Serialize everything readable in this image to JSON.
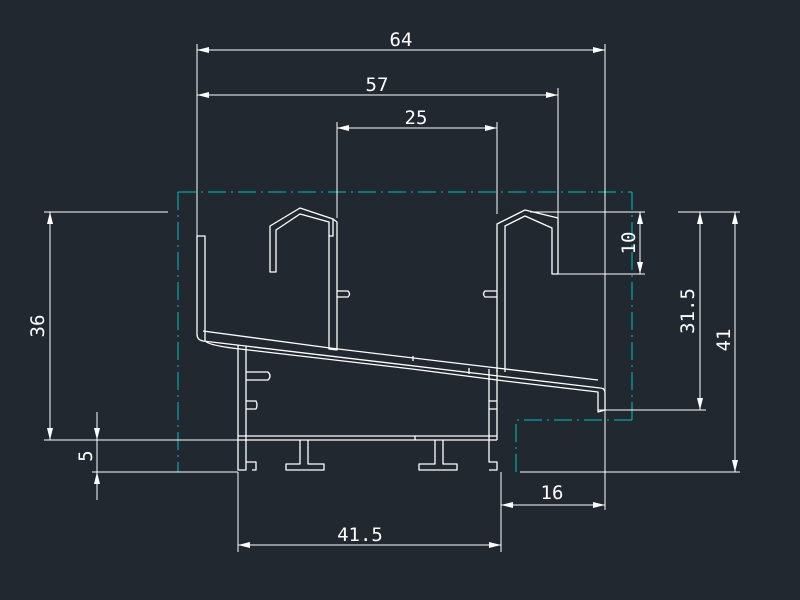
{
  "colors": {
    "background": "#212830",
    "profile": "#ffffff",
    "dimension": "#ffffff",
    "centerline": "#00c0c0"
  },
  "dimensions": {
    "top_width": "64",
    "inner_width": "57",
    "channel_width": "25",
    "lip_height": "10",
    "inner_height": "31.5",
    "total_height": "41",
    "left_height": "36",
    "base_offset": "5",
    "right_offset": "16",
    "base_width": "41.5"
  }
}
